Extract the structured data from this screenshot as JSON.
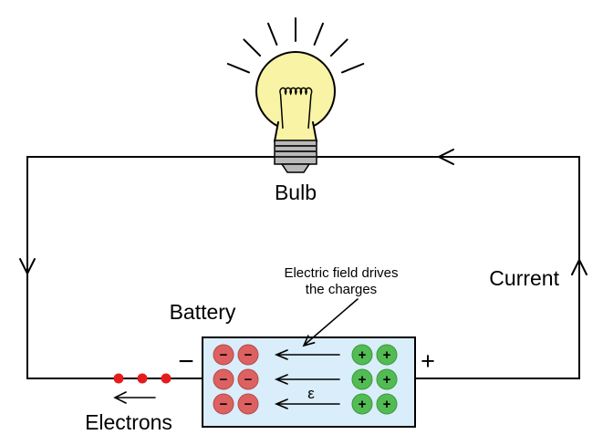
{
  "labels": {
    "bulb": "Bulb",
    "battery": "Battery",
    "current": "Current",
    "electrons": "Electrons",
    "field_line1": "Electric field drives",
    "field_line2": "the charges",
    "emf": "ε",
    "negative_terminal": "−",
    "positive_terminal": "+"
  },
  "symbols": {
    "minus": "−",
    "plus": "+"
  },
  "colors": {
    "wire": "#000000",
    "bulb_glass": "#f9f3a6",
    "bulb_base": "#b9b9b9",
    "battery_fill": "#d9edfa",
    "negative_charge": "#dd6161",
    "positive_charge": "#53bb53",
    "electron_dot": "#e51c1c"
  }
}
